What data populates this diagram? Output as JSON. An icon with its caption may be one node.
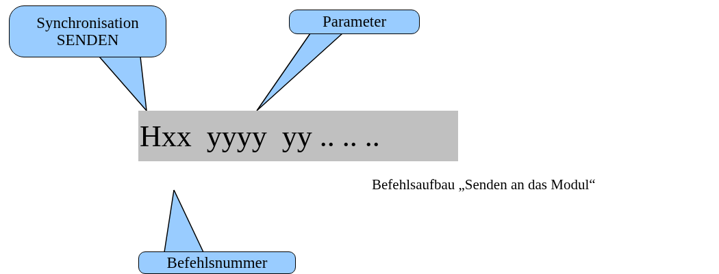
{
  "diagram": {
    "nodes": [
      {
        "text": [
          "Synchronisation SENDEN"
        ]
      },
      {
        "text": [
          "Parameter"
        ]
      },
      {
        "text": [
          "Hxx  yyyy  yy .. .. .."
        ]
      },
      {
        "text": [
          "Befehlsnummer"
        ]
      }
    ],
    "edges": [
      {
        "from": 0,
        "to": 2,
        "arrow": "none"
      },
      {
        "from": 1,
        "to": 2,
        "arrow": "none"
      },
      {
        "from": 3,
        "to": null,
        "arrow": "none"
      }
    ],
    "labels": [
      "Befehlsaufbau „Senden an das Modul“"
    ]
  }
}
